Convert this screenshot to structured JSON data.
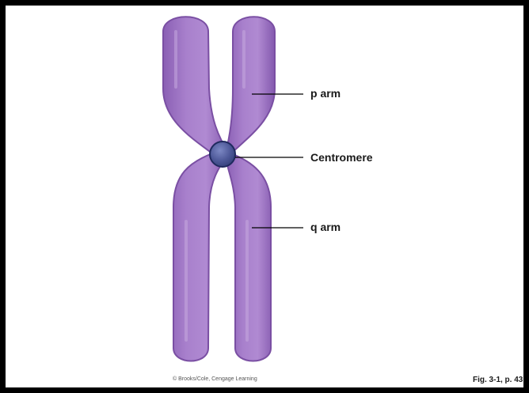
{
  "labels": {
    "p_arm": "p arm",
    "centromere": "Centromere",
    "q_arm": "q arm"
  },
  "credit": "© Brooks/Cole, Cengage Learning",
  "figure_ref": "Fig. 3-1, p. 43",
  "colors": {
    "frame": "#000000",
    "chromatid_fill": "#9b72c0",
    "chromatid_light": "#b79ad4",
    "chromatid_outline": "#7a4fa3",
    "centromere_fill": "#4e5a9c",
    "centromere_outline": "#1f2a5e",
    "leader_line": "#000000"
  }
}
